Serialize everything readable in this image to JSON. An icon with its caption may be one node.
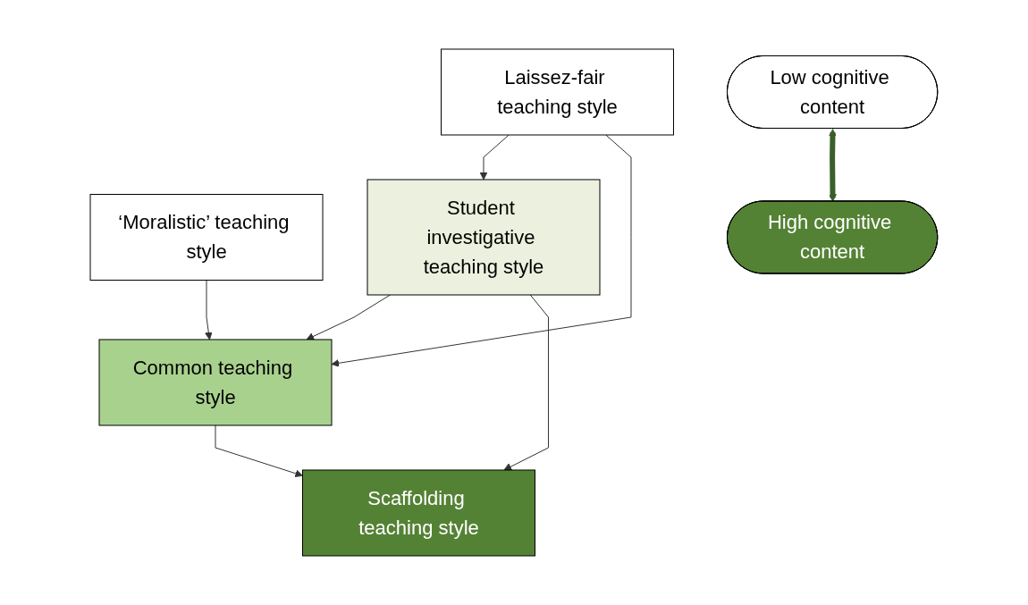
{
  "diagram": {
    "nodes": [
      {
        "text": [
          "Laissez-fair teaching style"
        ]
      },
      {
        "text": [
          "‘Moralistic’ teaching style"
        ]
      },
      {
        "text": [
          "Low cognitive content"
        ]
      },
      {
        "text": [
          "Student investigative teaching style"
        ]
      },
      {
        "text": [
          "Common teaching style"
        ]
      },
      {
        "text": [
          "Scaffolding teaching style"
        ]
      },
      {
        "text": [
          "High cognitive content"
        ]
      }
    ],
    "edges": [
      {
        "from": 0,
        "to": 3,
        "arrow": "to"
      },
      {
        "from": 0,
        "to": 4,
        "arrow": "to"
      },
      {
        "from": 1,
        "to": 4,
        "arrow": "to"
      },
      {
        "from": 3,
        "to": 4,
        "arrow": "to"
      },
      {
        "from": 3,
        "to": 5,
        "arrow": "to"
      },
      {
        "from": 4,
        "to": 5,
        "arrow": "to"
      },
      {
        "from": 2,
        "to": 6,
        "arrow": "both",
        "style": "thick",
        "color": "#3b5e2b"
      }
    ]
  }
}
